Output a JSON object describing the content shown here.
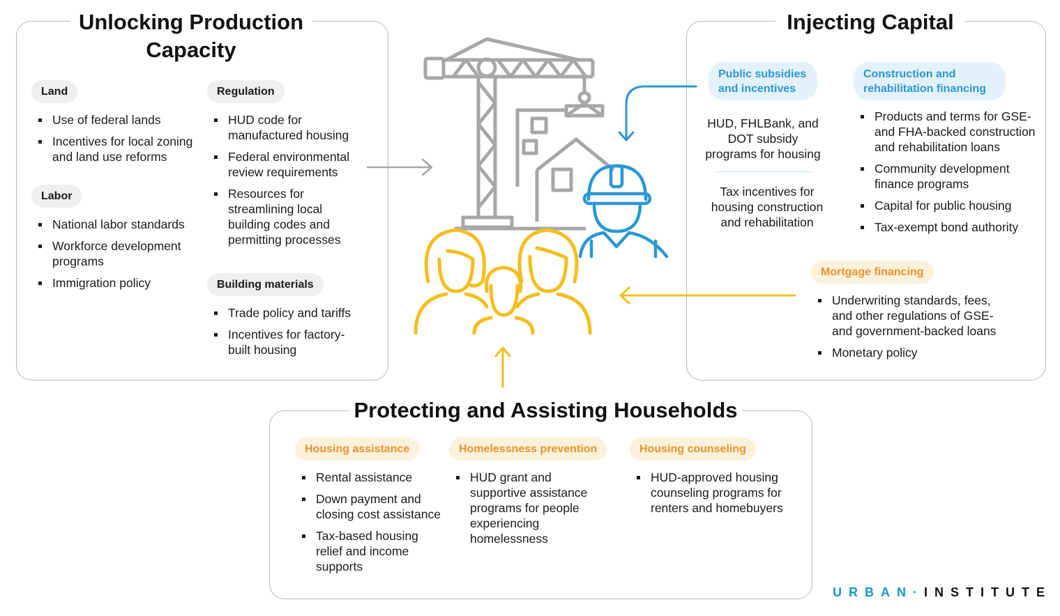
{
  "left_panel": {
    "title": "Unlocking Production Capacity",
    "land": {
      "label": "Land",
      "items": [
        "Use of federal lands",
        "Incentives for local zoning and land use reforms"
      ]
    },
    "labor": {
      "label": "Labor",
      "items": [
        "National labor standards",
        "Workforce development programs",
        "Immigration policy"
      ]
    },
    "regulation": {
      "label": "Regulation",
      "items": [
        "HUD code for manufactured housing",
        "Federal environmental review requirements",
        "Resources for streamlining local building codes and permitting processes"
      ]
    },
    "materials": {
      "label": "Building materials",
      "items": [
        "Trade policy and tariffs",
        "Incentives for factory-built housing"
      ]
    }
  },
  "right_panel": {
    "title": "Injecting Capital",
    "subsidies": {
      "label": "Public subsidies and incentives",
      "text1": "HUD, FHLBank, and DOT subsidy programs for housing",
      "text2": "Tax incentives for housing construction and rehabilitation"
    },
    "construction": {
      "label": "Construction and rehabilitation financing",
      "items": [
        "Products and terms for GSE- and FHA-backed construction and rehabilitation loans",
        "Community development finance programs",
        "Capital for public housing",
        "Tax-exempt bond authority"
      ]
    },
    "mortgage": {
      "label": "Mortgage financing",
      "items": [
        "Underwriting standards, fees, and other regulations of GSE- and government-backed loans",
        "Monetary policy"
      ]
    }
  },
  "bottom_panel": {
    "title": "Protecting and Assisting Households",
    "assistance": {
      "label": "Housing assistance",
      "items": [
        "Rental assistance",
        "Down payment and closing cost assistance",
        "Tax-based housing relief and income supports"
      ]
    },
    "homelessness": {
      "label": "Homelessness prevention",
      "items": [
        "HUD grant and supportive assistance programs for people experiencing homelessness"
      ]
    },
    "counseling": {
      "label": "Housing counseling",
      "items": [
        "HUD-approved housing counseling programs for renters and homebuyers"
      ]
    }
  },
  "logo": {
    "word1": "URBAN",
    "separator": "·",
    "word2": "INSTITUTE"
  },
  "colors": {
    "blue": "#2a97d5",
    "orange": "#e8922e",
    "yellow": "#f5bd1f",
    "gray_icon": "#a7a7a9",
    "panel_border": "#b8b8b8"
  },
  "icons": [
    "construction-crane-icon",
    "building-icon",
    "house-icon",
    "construction-worker-icon",
    "family-icon"
  ]
}
